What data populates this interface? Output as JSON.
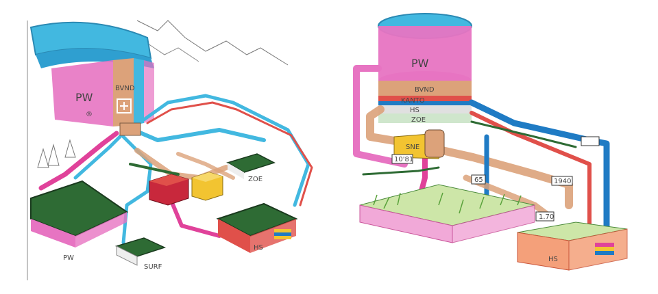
{
  "left_sketch": {
    "dam_label": "PW",
    "dam_sublabel": "®",
    "band1_label": "BVND",
    "pond_top_label": "ZOE",
    "pond_bottom_label": "SURF",
    "pond_big_label": "PW",
    "pond_right_label": "HS"
  },
  "right_sketch": {
    "tank_label": "PW",
    "band1_label": "BVND",
    "band2_label": "KANTO",
    "band3_label": "HS",
    "band4_label": "ZOE",
    "pump_label": "SNE",
    "tag1": "10'81",
    "tag2": "65",
    "tag3": "1940",
    "tag4": "1.70",
    "tank2_label": "HS"
  },
  "colors": {
    "pink": "#e774c2",
    "magenta": "#e0429a",
    "cyan": "#42b8e0",
    "blue": "#1f7bc4",
    "orange": "#dca27a",
    "red": "#e0504a",
    "green": "#2e6b34",
    "yellow": "#f2c431",
    "crimson": "#c8283c"
  }
}
